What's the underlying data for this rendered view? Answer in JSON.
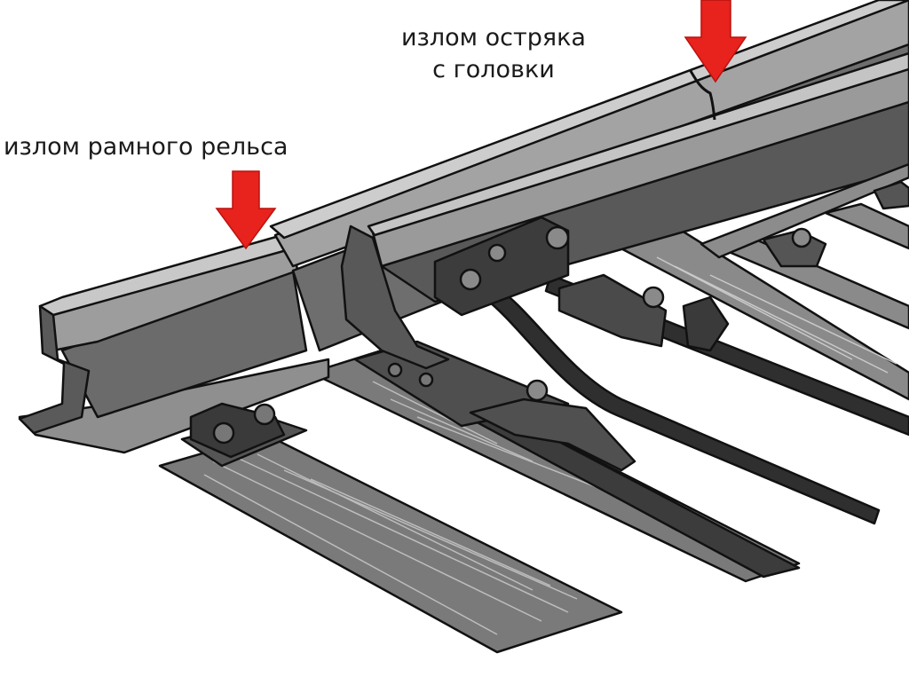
{
  "labels": {
    "frame_rail_break": "излом рамного рельса",
    "point_break_line1": "излом остряка",
    "point_break_line2": "с головки"
  },
  "colors": {
    "marker_arrow": "#e8221c",
    "steel_light": "#9a9a9a",
    "steel_dark": "#4a4a4a",
    "sleeper": "#7c7c7c",
    "outline": "#111111"
  }
}
